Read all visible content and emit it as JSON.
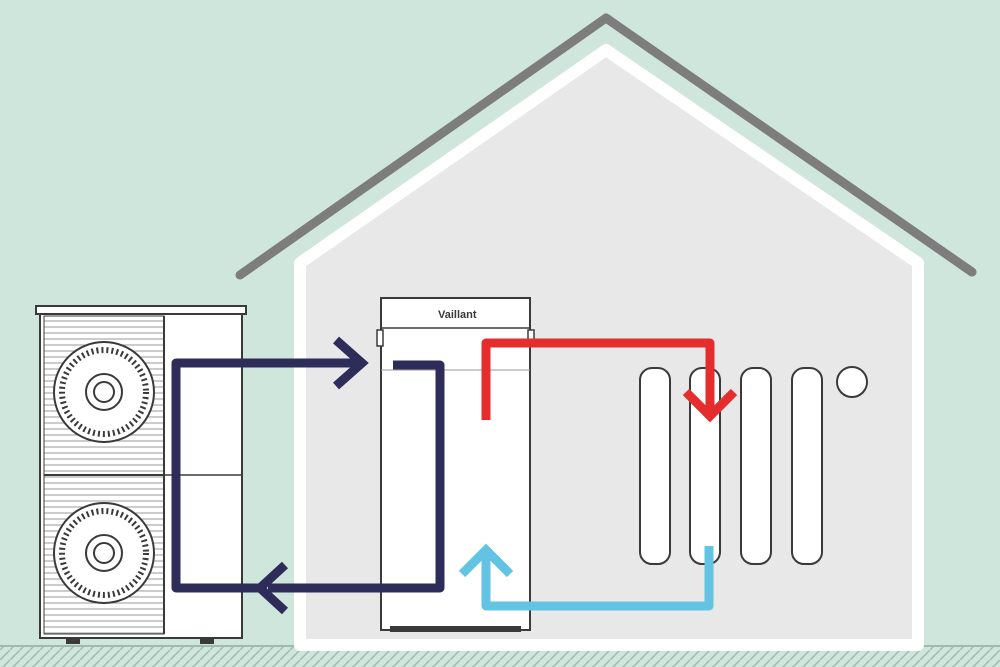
{
  "diagram": {
    "brand_label": "Vaillant",
    "colors": {
      "background": "#cfe6dc",
      "house_fill": "#e8e8e8",
      "house_outline": "#ffffff",
      "roof": "#7d7d7d",
      "flow_dark": "#2e2d5a",
      "flow_hot": "#e52d2d",
      "flow_cold": "#62c3e3",
      "outline": "#3a3a3a"
    },
    "components": {
      "outdoor_unit": {
        "icon": "heat-pump-outdoor-unit-icon",
        "fan_count": 2
      },
      "indoor_unit": {
        "icon": "heat-pump-cylinder-icon"
      },
      "radiator": {
        "icon": "radiator-icon",
        "panel_count": 4
      }
    },
    "flows": [
      {
        "id": "supply-to-indoor",
        "color": "flow_dark"
      },
      {
        "id": "return-to-outdoor",
        "color": "flow_dark"
      },
      {
        "id": "hot-to-radiator",
        "color": "flow_hot"
      },
      {
        "id": "cold-return",
        "color": "flow_cold"
      }
    ]
  }
}
